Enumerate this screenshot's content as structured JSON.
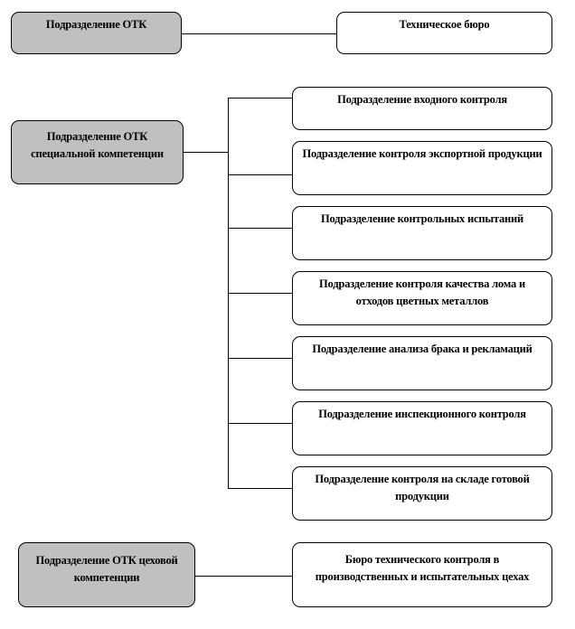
{
  "colors": {
    "parent_fill": "#c0c0c0",
    "child_fill": "#ffffff",
    "line": "#000000"
  },
  "groups": [
    {
      "parent": "Подразделение ОТК",
      "children": [
        "Техническое бюро"
      ]
    },
    {
      "parent": "Подразделение ОТК специальной компетенции",
      "children": [
        "Подразделение входного контроля",
        "Подразделение контроля экспортной продукции",
        "Подразделение контрольных испытаний",
        "Подразделение контроля качества лома и отходов цветных металлов",
        "Подразделение анализа брака и рекламаций",
        "Подразделение инспекционного контроля",
        "Подразделение контроля на складе готовой продукции"
      ]
    },
    {
      "parent": "Подразделение ОТК цеховой компетенции",
      "children": [
        "Бюро технического контроля в производственных и испытательных цехах"
      ]
    }
  ]
}
